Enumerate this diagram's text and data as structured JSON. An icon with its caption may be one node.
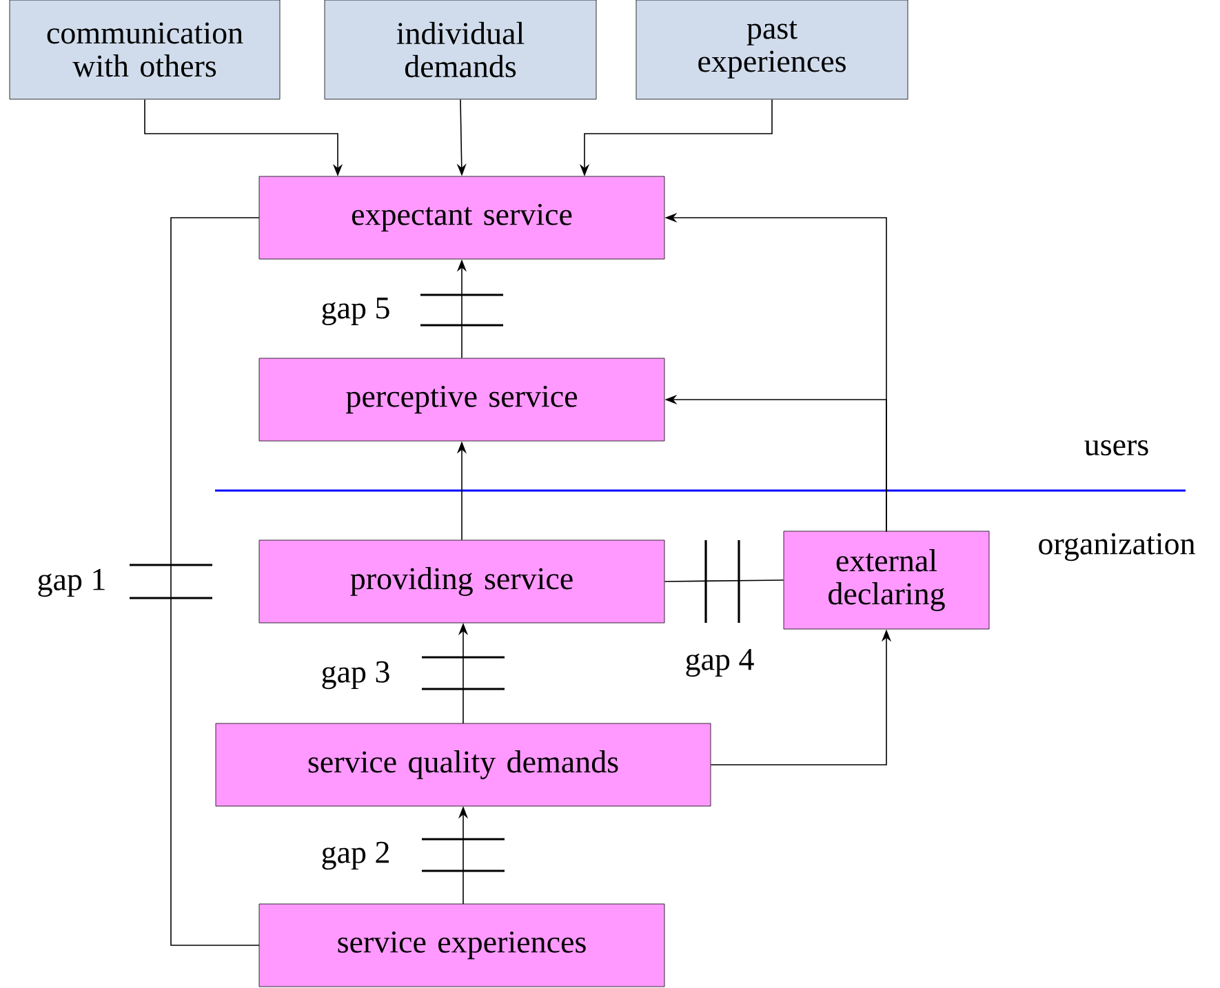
{
  "diagram": {
    "nodes": [
      {
        "text": [
          "communication with others"
        ]
      },
      {
        "text": [
          "individual demands"
        ]
      },
      {
        "text": [
          "past experiences"
        ]
      },
      {
        "text": [
          "expectant service"
        ]
      },
      {
        "text": [
          "perceptive service"
        ]
      },
      {
        "text": [
          "providing service"
        ]
      },
      {
        "text": [
          "external declaring"
        ]
      },
      {
        "text": [
          "service quality demands"
        ]
      },
      {
        "text": [
          "service experiences"
        ]
      }
    ],
    "edges": [
      {
        "from": 0,
        "to": 3,
        "arrow": "to"
      },
      {
        "from": 1,
        "to": 3,
        "arrow": "to"
      },
      {
        "from": 2,
        "to": 3,
        "arrow": "to"
      },
      {
        "from": 4,
        "to": 3,
        "arrow": "to",
        "label": "gap 5"
      },
      {
        "from": 5,
        "to": 4,
        "arrow": "to"
      },
      {
        "from": 7,
        "to": 5,
        "arrow": "to",
        "label": "gap 3"
      },
      {
        "from": 8,
        "to": 7,
        "arrow": "to",
        "label": "gap 2"
      },
      {
        "from": 8,
        "to": 3,
        "arrow": "none",
        "label": "gap 1"
      },
      {
        "from": 5,
        "to": 6,
        "arrow": "none",
        "label": "gap 4"
      },
      {
        "from": 7,
        "to": 6,
        "arrow": "to"
      },
      {
        "from": 6,
        "to": 3,
        "arrow": "to"
      },
      {
        "from": 6,
        "to": 4,
        "arrow": "to"
      }
    ],
    "labels": [
      "users",
      "organization"
    ]
  }
}
